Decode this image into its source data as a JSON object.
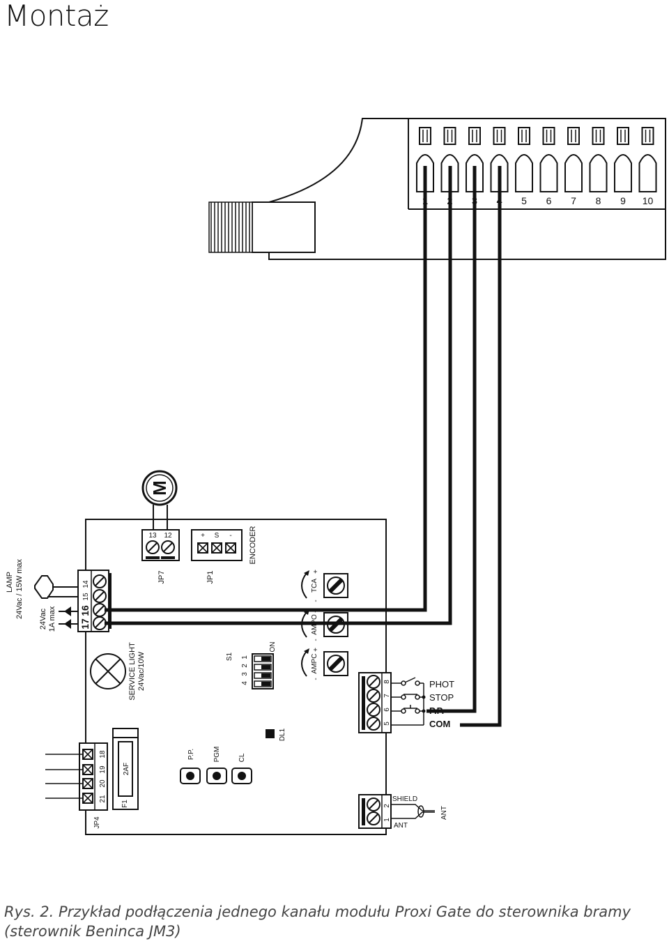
{
  "title": "Montaż",
  "caption": {
    "line1": "Rys. 2. Przykład podłączenia jednego kanału modułu Proxi Gate do sterownika bramy",
    "line2": "(sterownik Beninca JM3)"
  },
  "module": {
    "terminals": [
      "1",
      "2",
      "3",
      "4",
      "5",
      "6",
      "7",
      "8",
      "9",
      "10"
    ]
  },
  "controller": {
    "motor_label": "M",
    "jp7": {
      "name": "JP7",
      "pins": [
        "13",
        "12"
      ]
    },
    "jp1": {
      "name": "JP1",
      "pins": [
        "+",
        "S",
        "-"
      ],
      "label": "ENCODER"
    },
    "lamp": {
      "label": "LAMP",
      "spec": "24Vac / 15W max"
    },
    "power_out": {
      "line1": "24Vac",
      "line2": "1A max"
    },
    "left_terminals": [
      "17",
      "16",
      "15",
      "14"
    ],
    "service_light": {
      "line1": "SERVICE LIGHT",
      "line2": "24Vac/10W"
    },
    "trimmers": [
      {
        "name": "TCA",
        "minus": "-",
        "plus": "+"
      },
      {
        "name": "AMPO",
        "minus": "-",
        "plus": "+"
      },
      {
        "name": "AMPC",
        "minus": "-",
        "plus": "+"
      }
    ],
    "dip": {
      "name": "S1",
      "on": "ON",
      "nums": [
        "4",
        "3",
        "2",
        "1"
      ]
    },
    "dl1": "DL1",
    "inputs": {
      "pins": [
        "8",
        "7",
        "6",
        "5"
      ],
      "labels": [
        "PHOT",
        "STOP",
        "P.P.",
        "COM"
      ]
    },
    "jp4": {
      "name": "JP4",
      "pins": [
        "21",
        "20",
        "19",
        "18"
      ]
    },
    "fuse": {
      "name": "F1",
      "rating": "2AF"
    },
    "buttons": [
      "P.P.",
      "PGM",
      "CL"
    ],
    "antenna": {
      "pins": [
        "1",
        "2"
      ],
      "shield": "SHIELD",
      "ant": "ANT",
      "ant_label": "ANT"
    }
  }
}
